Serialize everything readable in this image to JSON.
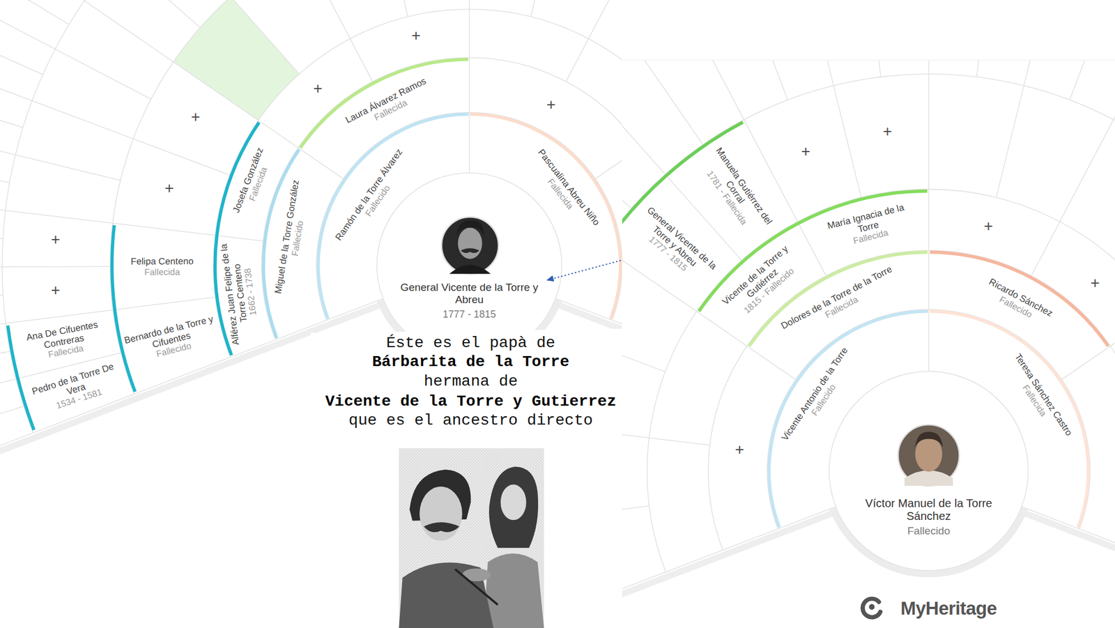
{
  "diagram": {
    "nodes": [
      {
        "text": [
          "General Vicente de la Torre y Abreu",
          "1777 - 1815"
        ]
      },
      {
        "text": [
          "Ramón de la Torre Álvarez",
          "Fallecido"
        ]
      },
      {
        "text": [
          "Pascualina Abreu Niño",
          "Fallecida"
        ]
      },
      {
        "text": [
          "Miguel de la Torre González",
          "Fallecido"
        ]
      },
      {
        "text": [
          "Laura Álvarez Ramos",
          "Fallecida"
        ]
      },
      {
        "text": [
          "Alférez Juan Felipe de la Torre Centeno",
          "1662 - 1738"
        ]
      },
      {
        "text": [
          "Josefa González",
          "Fallecida"
        ]
      },
      {
        "text": [
          "Bernardo de la Torre y Cifuentes",
          "Fallecido"
        ]
      },
      {
        "text": [
          "Felipa Centeno",
          "Fallecida"
        ]
      },
      {
        "text": [
          "Pedro de la Torre De Vera",
          "1534 - 1581"
        ]
      },
      {
        "text": [
          "Ana De Cifuentes Contreras",
          "Fallecida"
        ]
      },
      {
        "text": [
          "Víctor Manuel de la Torre Sánchez",
          "Fallecido"
        ]
      },
      {
        "text": [
          "Vicente Antonio de la Torre",
          "Fallecido"
        ]
      },
      {
        "text": [
          "Teresa Sánchez Castro",
          "Fallecida"
        ]
      },
      {
        "text": [
          "Dolores de la Torre de la Torre",
          "Fallecida"
        ]
      },
      {
        "text": [
          "Ricardo Sánchez",
          "Fallecido"
        ]
      },
      {
        "text": [
          "Vicente de la Torre y Gutiérrez",
          "1815 - Fallecido"
        ]
      },
      {
        "text": [
          "María Ignacia de la Torre",
          "Fallecida"
        ]
      },
      {
        "text": [
          "General Vicente de la Torre y Abreu",
          "1777 - 1815"
        ]
      },
      {
        "text": [
          "Manuela Gutiérrez del Corral",
          "1781 - Fallecida"
        ]
      }
    ],
    "edges": [
      {
        "from": 18,
        "to": 0,
        "arrow": "to"
      }
    ],
    "labels": [
      "+",
      "+",
      "+",
      "+",
      "+",
      "+",
      "+",
      "Éste es el papà de",
      "Bárbarita de la Torre",
      "hermana de",
      "Vicente de la Torre y Gutierrez",
      "que es el ancestro directo",
      "+",
      "+",
      "+",
      "+",
      "+",
      "MyHeritage"
    ]
  }
}
